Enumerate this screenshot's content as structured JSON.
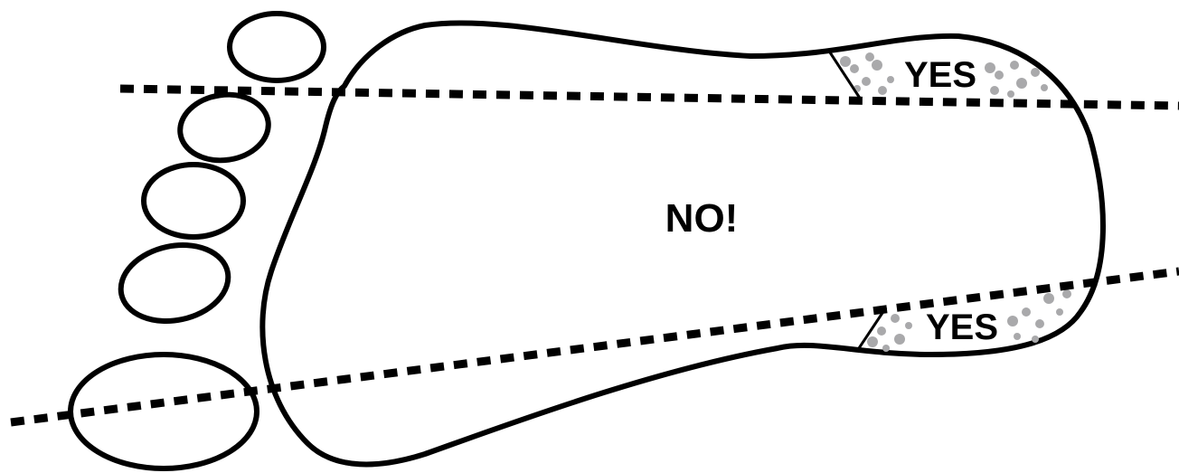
{
  "labels": {
    "center": "NO!",
    "upper_region": "YES",
    "lower_region": "YES"
  },
  "colors": {
    "outline": "#000000",
    "background": "#ffffff",
    "region_texture": "#a9a9ab"
  }
}
